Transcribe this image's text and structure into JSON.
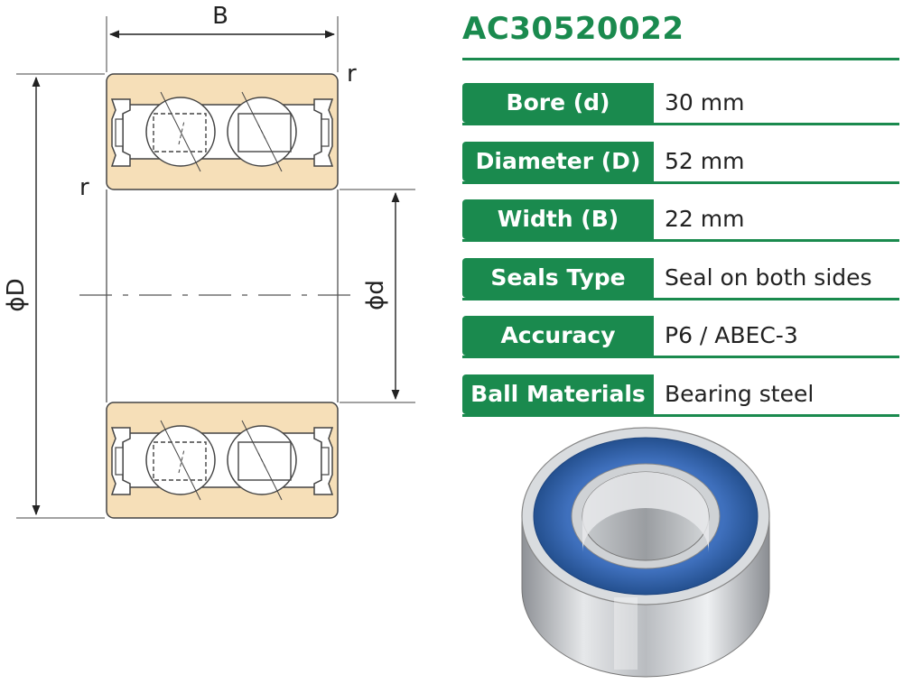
{
  "part_number": "AC30520022",
  "drawing": {
    "label_width": "B",
    "label_outer_diameter": "ϕD",
    "label_bore": "ϕd",
    "label_radius_top": "r",
    "label_radius_left": "r"
  },
  "specs": [
    {
      "label": "Bore (d)",
      "value": "30 mm"
    },
    {
      "label": "Diameter (D)",
      "value": "52 mm"
    },
    {
      "label": "Width (B)",
      "value": "22 mm"
    },
    {
      "label": "Seals Type",
      "value": "Seal on both sides"
    },
    {
      "label": "Accuracy",
      "value": "P6 / ABEC-3"
    },
    {
      "label": "Ball Materials",
      "value": "Bearing steel"
    }
  ],
  "colors": {
    "accent": "#1a8a4e",
    "ring_fill": "#f6dfb8",
    "seal_blue": "#2f5faa"
  }
}
